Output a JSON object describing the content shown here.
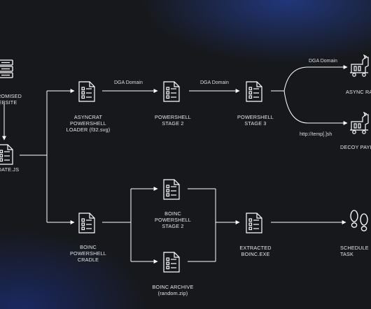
{
  "nodes": {
    "compromised_website": "PROMISED\nEBSITE",
    "update_js": "DATE.JS",
    "asyncrat_loader": "ASYNCRAT\nPOWERSHELL\nLOADER (f32.svg)",
    "ps_stage2_top": "POWERSHELL\nSTAGE 2",
    "ps_stage3": "POWERSHELL\nSTAGE 3",
    "async_rat": "ASYNC RA",
    "decoy_payload": "DECOY PAYL",
    "boinc_cradle": "BOINC\nPOWERSHELL\nCRADLE",
    "boinc_stage2": "BOINC\nPOWERSHELL\nSTAGE 2",
    "boinc_archive": "BOINC ARCHIVE\n(random.zip)",
    "extracted_boinc": "EXTRACTED\nBOINC.EXE",
    "scheduled_task": "SCHEDULE\nTASK"
  },
  "edges": {
    "dga_1": "DGA Domain",
    "dga_2": "DGA Domain",
    "dga_3": "DGA Domain",
    "temp_url": "http://temp[.]sh"
  },
  "colors": {
    "background": "#17181b",
    "glow": "#2850c8",
    "line": "#ffffff",
    "text": "#e8e8ea"
  },
  "icons": {
    "website": "server-stack-icon",
    "script": "document-list-icon",
    "rat": "trojan-horse-icon",
    "task": "footprints-icon"
  }
}
